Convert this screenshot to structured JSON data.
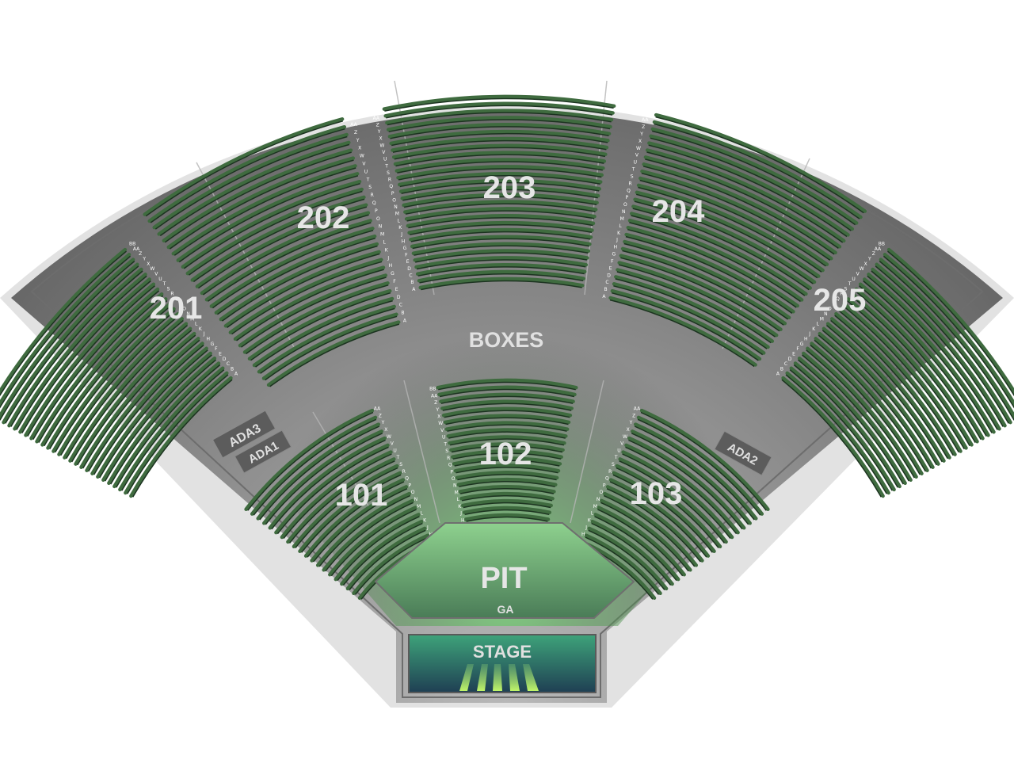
{
  "venue": {
    "sections": {
      "s201": "201",
      "s202": "202",
      "s203": "203",
      "s204": "204",
      "s205": "205",
      "s101": "101",
      "s102": "102",
      "s103": "103"
    },
    "boxes": "BOXES",
    "pit": "PIT",
    "pit_ga": "GA",
    "stage": "STAGE",
    "ada": {
      "ada1": "ADA1",
      "ada2": "ADA2",
      "ada3": "ADA3"
    },
    "upper_rows": [
      "A",
      "B",
      "C",
      "D",
      "E",
      "F",
      "G",
      "H",
      "J",
      "K",
      "L",
      "M",
      "N",
      "O",
      "P",
      "Q",
      "R",
      "S",
      "T",
      "U",
      "V",
      "W",
      "X",
      "Y",
      "Z",
      "AA",
      "BB"
    ],
    "lower_rows_101_103": [
      "G",
      "H",
      "J",
      "K",
      "L",
      "M",
      "N",
      "O",
      "P",
      "Q",
      "R",
      "S",
      "T",
      "U",
      "V",
      "W",
      "X",
      "Y",
      "Z",
      "AA"
    ],
    "lower_rows_102": [
      "H",
      "J",
      "K",
      "L",
      "M",
      "N",
      "O",
      "P",
      "Q",
      "R",
      "S",
      "T",
      "U",
      "V",
      "W",
      "X",
      "Y",
      "Z",
      "AA",
      "BB"
    ],
    "colors": {
      "seat_row": "#3f6b3f",
      "seat_bg": "#1c3320",
      "concrete": "#8a8a8a",
      "outline": "#d9d9d9",
      "pit_glow": "#8fd58f",
      "stage": "#2f8f6a"
    }
  }
}
